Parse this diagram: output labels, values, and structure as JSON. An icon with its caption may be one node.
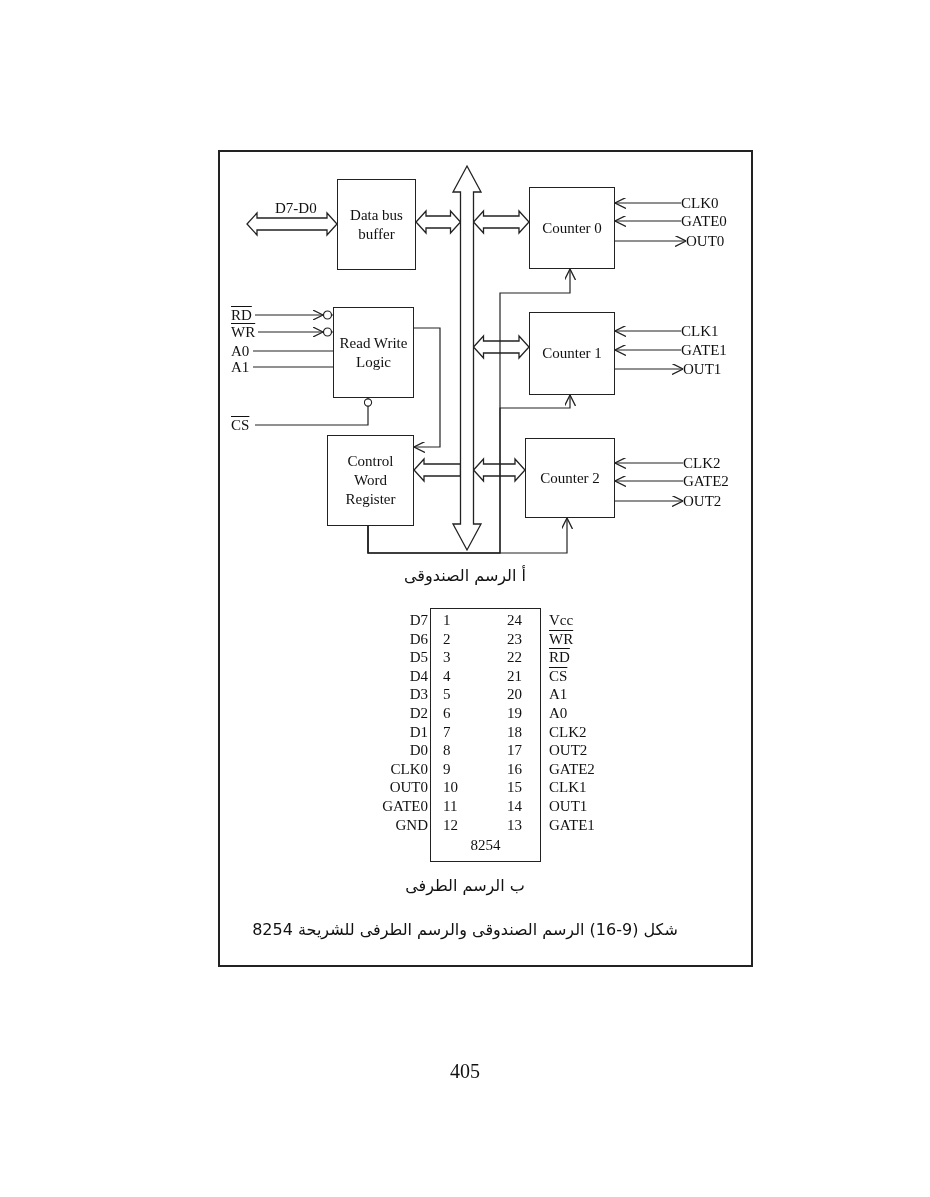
{
  "diagram": {
    "caption": "شكل (9-16) الرسم الصندوقى والرسم الطرفى للشريحة 8254",
    "nodes": [
      {
        "text": [
          "Data bus buffer"
        ]
      },
      {
        "text": [],
        "shape": "bar"
      },
      {
        "text": [
          "Counter 0"
        ]
      },
      {
        "text": [
          "CLK0"
        ]
      },
      {
        "text": [
          "GATE0"
        ]
      },
      {
        "text": [
          "OUT0"
        ]
      },
      {
        "text": [
          "RD"
        ]
      },
      {
        "text": [
          "WR"
        ]
      },
      {
        "text": [
          "A0"
        ]
      },
      {
        "text": [
          "A1"
        ]
      },
      {
        "text": [
          "Read Write Logic"
        ]
      },
      {
        "text": [
          "Counter 1"
        ]
      },
      {
        "text": [
          "CLK1"
        ]
      },
      {
        "text": [
          "GATE1"
        ]
      },
      {
        "text": [
          "OUT1"
        ]
      },
      {
        "text": [
          "CS"
        ]
      },
      {
        "text": [
          "Control Word Register"
        ]
      },
      {
        "text": [
          "Counter 2"
        ]
      },
      {
        "text": [
          "CLK2"
        ]
      },
      {
        "text": [
          "GATE2"
        ]
      },
      {
        "text": [
          "OUT2"
        ]
      },
      {
        "text": [
          "8254"
        ],
        "beside": [
          "D7",
          "Vcc",
          "D6",
          "WR",
          "D5",
          "RD",
          "D4",
          "CS",
          "D3",
          "A1",
          "D2",
          "A0",
          "D1",
          "CLK2",
          "D0",
          "OUT2",
          "CLK0",
          "GATE2",
          "OUT0",
          "CLK1",
          "GATE0",
          "OUT1",
          "GND",
          "GATE1"
        ]
      }
    ],
    "edges": [
      {
        "from": null,
        "to": 0,
        "arrow": "both",
        "style": "thick",
        "label": "D7-D0"
      },
      {
        "from": 0,
        "to": 1,
        "arrow": "both",
        "style": "thick"
      },
      {
        "from": 1,
        "to": 2,
        "arrow": "both",
        "style": "thick"
      },
      {
        "from": 3,
        "to": 2,
        "arrow": "to"
      },
      {
        "from": 4,
        "to": 2,
        "arrow": "to"
      },
      {
        "from": 2,
        "to": 5,
        "arrow": "to"
      },
      {
        "from": 6,
        "to": 10,
        "arrow": "to"
      },
      {
        "from": 7,
        "to": 10,
        "arrow": "to"
      },
      {
        "from": 8,
        "to": 10,
        "arrow": "none"
      },
      {
        "from": 9,
        "to": 10,
        "arrow": "none"
      },
      {
        "from": 1,
        "to": 11,
        "arrow": "both",
        "style": "thick"
      },
      {
        "from": 12,
        "to": 11,
        "arrow": "to"
      },
      {
        "from": 13,
        "to": 11,
        "arrow": "to"
      },
      {
        "from": 11,
        "to": 14,
        "arrow": "to"
      },
      {
        "from": 15,
        "to": 10,
        "arrow": "other"
      },
      {
        "from": 10,
        "to": 16,
        "arrow": "to"
      },
      {
        "from": 1,
        "to": 16,
        "arrow": "to",
        "style": "thick"
      },
      {
        "from": 1,
        "to": 17,
        "arrow": "both",
        "style": "thick"
      },
      {
        "from": 18,
        "to": 17,
        "arrow": "to"
      },
      {
        "from": 19,
        "to": 17,
        "arrow": "to"
      },
      {
        "from": 17,
        "to": 20,
        "arrow": "to"
      },
      {
        "from": 16,
        "to": 2,
        "arrow": "to"
      },
      {
        "from": 16,
        "to": 11,
        "arrow": "to"
      },
      {
        "from": 16,
        "to": 17,
        "arrow": "to"
      }
    ],
    "labels": [
      "أ الرسم الصندوقى",
      "1",
      "24",
      "2",
      "23",
      "3",
      "22",
      "4",
      "21",
      "5",
      "20",
      "6",
      "19",
      "7",
      "18",
      "8",
      "17",
      "9",
      "16",
      "10",
      "15",
      "11",
      "14",
      "12",
      "13",
      "ب الرسم الطرفى",
      "405"
    ]
  }
}
